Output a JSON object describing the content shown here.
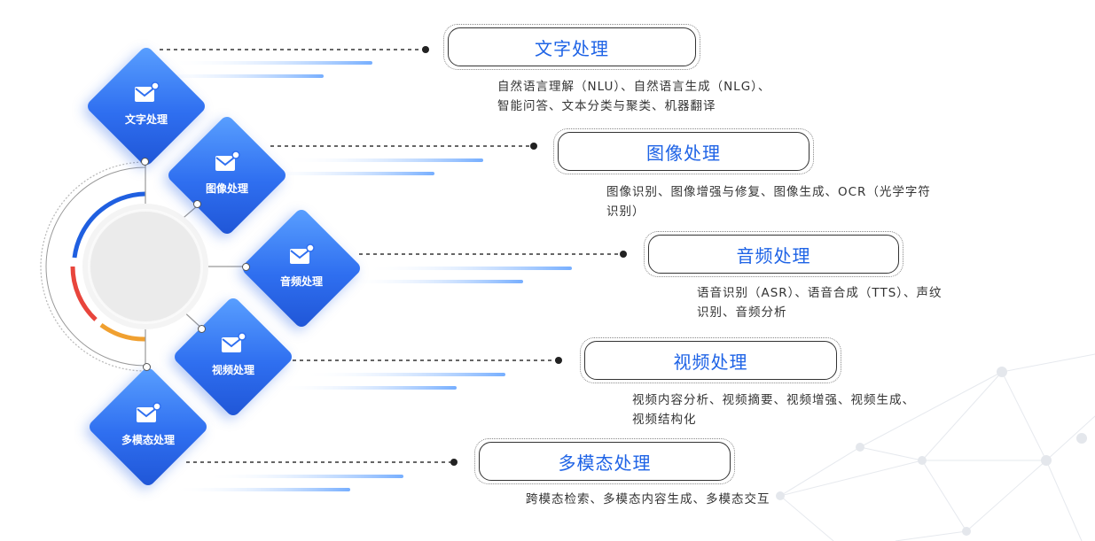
{
  "colors": {
    "accent": "#1e63e6",
    "diamond_start": "#5aa0ff",
    "diamond_end": "#1f55d6",
    "ring_blue": "#1f5fe0",
    "ring_red": "#e8453c",
    "ring_orange": "#f0a030"
  },
  "branches": [
    {
      "id": "text",
      "diamond_label": "文字处理",
      "title": "文字处理",
      "desc_lines": [
        "自然语言理解（NLU）、自然语言生成（NLG）、",
        "智能问答、文本分类与聚类、机器翻译"
      ]
    },
    {
      "id": "image",
      "diamond_label": "图像处理",
      "title": "图像处理",
      "desc_lines": [
        "图像识别、图像增强与修复、图像生成、OCR（光学字符",
        "识别）"
      ]
    },
    {
      "id": "audio",
      "diamond_label": "音频处理",
      "title": "音频处理",
      "desc_lines": [
        "语音识别（ASR）、语音合成（TTS）、声纹",
        "识别、音频分析"
      ]
    },
    {
      "id": "video",
      "diamond_label": "视频处理",
      "title": "视频处理",
      "desc_lines": [
        "视频内容分析、视频摘要、视频增强、视频生成、",
        "视频结构化"
      ]
    },
    {
      "id": "multimodal",
      "diamond_label": "多模态处理",
      "title": "多模态处理",
      "desc_lines": [
        "跨模态检索、多模态内容生成、多模态交互"
      ]
    }
  ]
}
